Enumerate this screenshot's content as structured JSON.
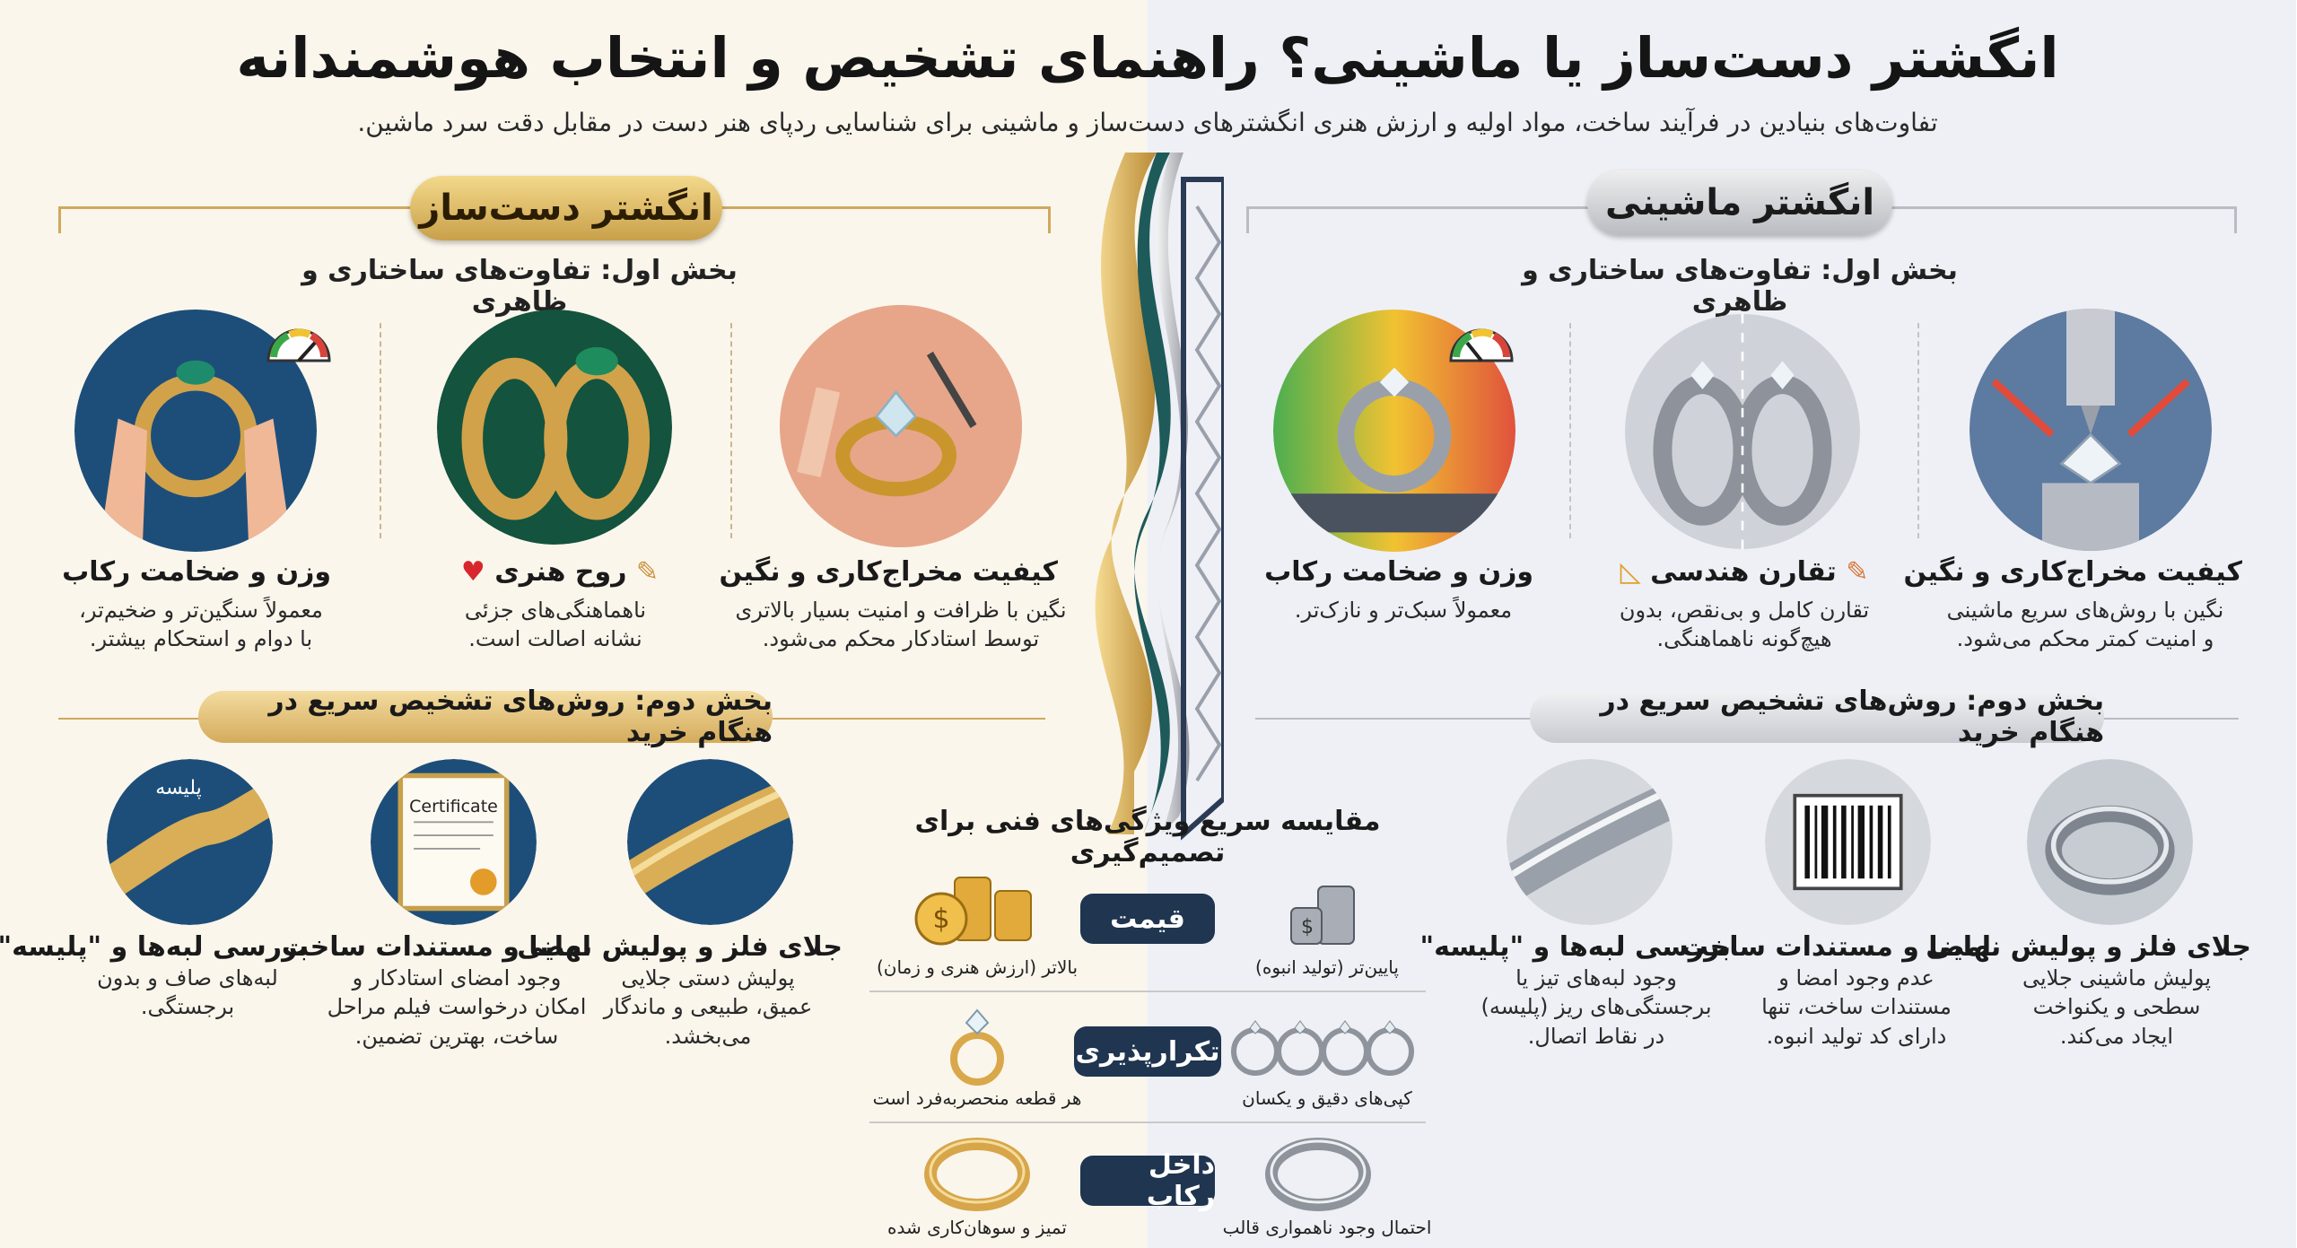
{
  "header": {
    "title": "انگشتر دست‌ساز یا ماشینی؟ راهنمای تشخیص و انتخاب هوشمندانه",
    "subtitle": "تفاوت‌های بنیادین در فرآیند ساخت، مواد اولیه و ارزش هنری انگشترهای دست‌ساز و ماشینی برای شناسایی ردپای هنر دست در مقابل دقت سرد ماشین."
  },
  "colors": {
    "gold": "#cfa860",
    "silver": "#b8bcc4",
    "navy": "#1f3550"
  },
  "handmade": {
    "heading": "انگشتر دست‌ساز",
    "part1_title": "بخش اول: تفاوت‌های ساختاری و ظاهری",
    "features": [
      {
        "title": "کیفیت مخراج‌کاری و نگین",
        "desc": "نگین با ظرافت و امنیت بسیار بالاتری\nتوسط استادکار محکم می‌شود.",
        "icon": "gem-setting-icon"
      },
      {
        "title": "روح هنری",
        "desc": "ناهماهنگی‌های جزئی\nنشانه اصالت است.",
        "icon": "heart-brush-icon"
      },
      {
        "title": "وزن و ضخامت رکاب",
        "desc": "معمولاً سنگین‌تر و ضخیم‌تر،\nبا دوام و استحکام بیشتر.",
        "icon": "gauge-icon"
      }
    ],
    "part2_title": "بخش دوم: روش‌های تشخیص سریع در هنگام خرید",
    "checks": [
      {
        "title": "جلای فلز و پولیش نهایی",
        "desc": "پولیش دستی جلایی\nعمیق، طبیعی و ماندگار\nمی‌بخشد."
      },
      {
        "title": "امضا و مستندات ساخت",
        "desc": "وجود امضای استادکار و\nامکان درخواست فیلم مراحل\nساخت، بهترین تضمین."
      },
      {
        "title": "بررسی لبه‌ها و \"پلیسه\"",
        "desc": "لبه‌های صاف و بدون\nبرجستگی."
      }
    ],
    "certificate_label": "Certificate",
    "burr_label": "پلیسه"
  },
  "machine": {
    "heading": "انگشتر ماشینی",
    "part1_title": "بخش اول: تفاوت‌های ساختاری و ظاهری",
    "features": [
      {
        "title": "کیفیت مخراج‌کاری و نگین",
        "desc": "نگین با روش‌های سریع ماشینی\nو امنیت کمتر محکم می‌شود.",
        "icon": "cnc-press-icon"
      },
      {
        "title": "تقارن هندسی",
        "desc": "تقارن کامل و بی‌نقص، بدون\nهیچ‌گونه ناهماهنگی.",
        "icon": "ruler-triangle-icon"
      },
      {
        "title": "وزن و ضخامت رکاب",
        "desc": "معمولاً سبک‌تر و نازک‌تر.",
        "icon": "gauge-icon"
      }
    ],
    "part2_title": "بخش دوم: روش‌های تشخیص سریع در هنگام خرید",
    "checks": [
      {
        "title": "جلای فلز و پولیش نهایی",
        "desc": "پولیش ماشینی جلایی\nسطحی و یکنواخت\nایجاد می‌کند."
      },
      {
        "title": "امضا و مستندات ساخت",
        "desc": "عدم وجود امضا و\nمستندات ساخت، تنها\nدارای کد تولید انبوه."
      },
      {
        "title": "بررسی لبه‌ها و \"پلیسه\"",
        "desc": "وجود لبه‌های تیز یا\nبرجستگی‌های ریز (پلیسه)\nدر نقاط اتصال."
      }
    ]
  },
  "comparison": {
    "title": "مقایسه سریع ویژگی‌های فنی برای تصمیم‌گیری",
    "rows": [
      {
        "label": "قیمت",
        "handmade": "بالاتر (ارزش هنری و زمان)",
        "machine": "پایین‌تر (تولید انبوه)"
      },
      {
        "label": "تکرارپذیری",
        "handmade": "هر قطعه منحصربه‌فرد است",
        "machine": "کپی‌های دقیق و یکسان"
      },
      {
        "label": "داخل رکاب",
        "handmade": "تمیز و سوهان‌کاری شده",
        "machine": "احتمال وجود ناهمواری قالب"
      }
    ]
  }
}
